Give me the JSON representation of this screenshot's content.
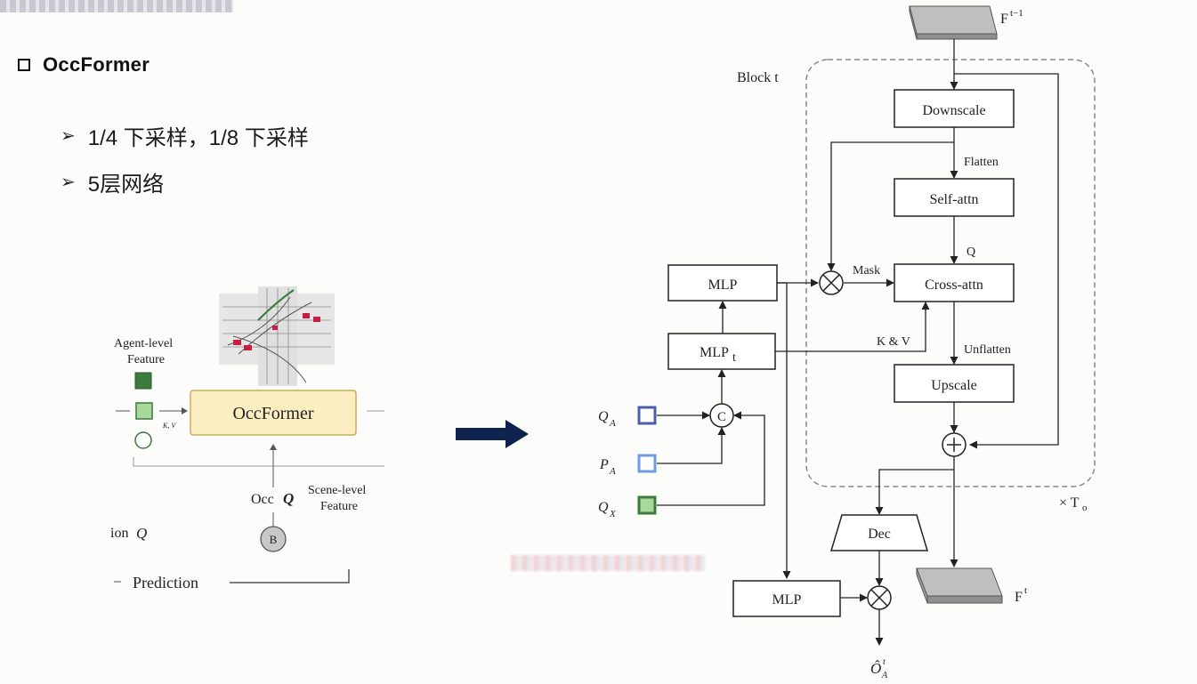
{
  "slide": {
    "title": "OccFormer",
    "bullets": [
      "1/4 下采样，1/8 下采样",
      "5层网络"
    ]
  },
  "left_diagram": {
    "agent_feature": [
      "Agent-level",
      "Feature"
    ],
    "kv": "K, V",
    "block": "OccFormer",
    "occ": "Occ",
    "q": "Q",
    "scene_feature": [
      "Scene-level",
      "Feature"
    ],
    "b_label": "B",
    "ion": "ion",
    "prediction": "Prediction"
  },
  "right_diagram": {
    "f_prev": "F",
    "f_prev_sup": "t−1",
    "block_label": "Block t",
    "downscale": "Downscale",
    "flatten": "Flatten",
    "self_attn": "Self-attn",
    "q_label": "Q",
    "mask": "Mask",
    "cross_attn": "Cross-attn",
    "kv": "K & V",
    "unflatten": "Unflatten",
    "upscale": "Upscale",
    "repeat": "× T",
    "repeat_sub": "o",
    "mlp_top": "MLP",
    "mlp_t": "MLP",
    "mlp_t_sub": "t",
    "concat": "C",
    "qa": "Q",
    "qa_sub": "A",
    "pa": "P",
    "pa_sub": "A",
    "qx": "Q",
    "qx_sub": "X",
    "dec": "Dec",
    "mlp_bottom": "MLP",
    "ft": "F",
    "ft_sup": "t",
    "out": "Ô",
    "out_sup": "t",
    "out_sub": "A"
  },
  "colors": {
    "big_arrow": "#0f2350",
    "block_fill": "#fbeec0",
    "block_stroke": "#c9ad58",
    "green_dark": "#3d7a3d",
    "green_light": "#a8d89a",
    "blue_box": "#6f86c9",
    "feature_gray": "#bfbfbf"
  },
  "icons": [
    "square-outline-icon",
    "arrow-right-icon",
    "cross-product-icon",
    "plus-circle-icon"
  ]
}
